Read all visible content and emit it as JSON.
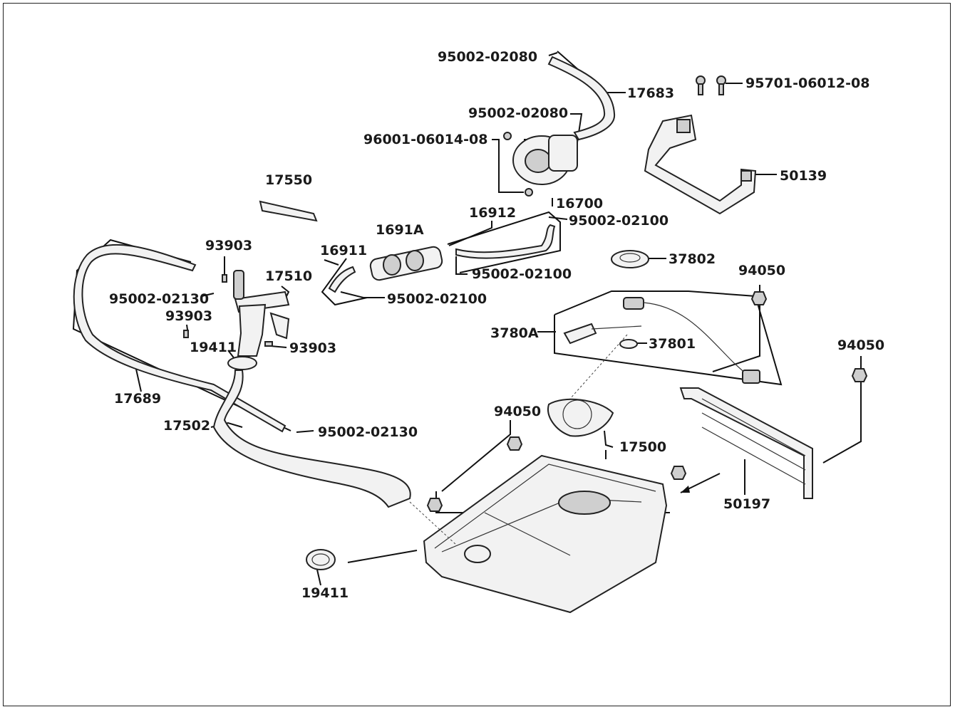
{
  "diagram": {
    "type": "exploded parts diagram",
    "labels": {
      "p95002_02080_top": "95002-02080",
      "p17683": "17683",
      "p95701": "95701-06012-08",
      "p95002_02080_mid": "95002-02080",
      "p96001": "96001-06014-08",
      "p50139": "50139",
      "p17550": "17550",
      "p16700": "16700",
      "p16912": "16912",
      "p95002_02100_a": "95002-02100",
      "p1691A": "1691A",
      "p93903_a": "93903",
      "p16911": "16911",
      "p37802": "37802",
      "p17510": "17510",
      "p95002_02100_b": "95002-02100",
      "p95002_02130_a": "95002-02130",
      "p95002_02100_c": "95002-02100",
      "p94050_a": "94050",
      "p93903_b": "93903",
      "p3780A": "3780A",
      "p19411_a": "19411",
      "p93903_c": "93903",
      "p37801": "37801",
      "p94050_b": "94050",
      "p17689": "17689",
      "p17502": "17502",
      "p95002_02130_b": "95002-02130",
      "p94050_c": "94050",
      "p17500": "17500",
      "p50197": "50197",
      "p19411_b": "19411"
    }
  }
}
